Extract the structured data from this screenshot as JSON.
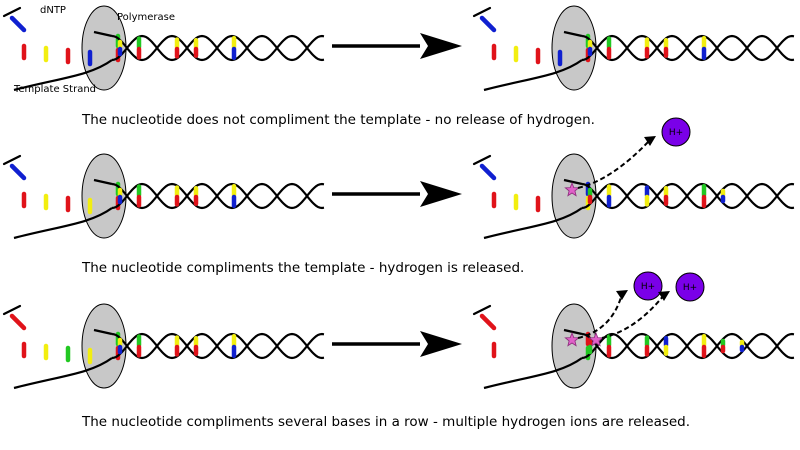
{
  "labels": {
    "dntp": "dNTP",
    "polymerase": "Polymerase",
    "template": "Template Strand"
  },
  "ion_label": "H+",
  "captions": [
    "The nucleotide does not compliment the template - no release of hydrogen.",
    "The nucleotide compliments the template - hydrogen is released.",
    "The nucleotide compliments several bases in a row - multiple hydrogen ions are released."
  ],
  "colors": {
    "red": "#e0131a",
    "yellow": "#f2ee10",
    "blue": "#1020d0",
    "green": "#22c822",
    "polymerase": "#c8c8c8",
    "hydrogen": "#7a00e8",
    "spark": "#e060c8"
  },
  "rows": [
    {
      "before": {
        "dntp": "blue",
        "template": [
          "red",
          "yellow",
          "red",
          "blue"
        ],
        "paired": [
          "green",
          "red"
        ],
        "duplex": [
          [
            "yellow",
            "blue"
          ],
          [
            "green",
            "red"
          ],
          [
            "blue",
            "yellow"
          ],
          [
            "yellow",
            "red"
          ],
          [
            "yellow",
            "red"
          ],
          [
            "green",
            "red"
          ],
          [
            "yellow",
            "blue"
          ]
        ]
      },
      "after": {
        "dntp": "blue",
        "template": [
          "red",
          "yellow",
          "red",
          "blue"
        ],
        "paired": [
          "green",
          "red"
        ],
        "duplex": [
          [
            "yellow",
            "blue"
          ],
          [
            "green",
            "red"
          ],
          [
            "blue",
            "yellow"
          ],
          [
            "yellow",
            "red"
          ],
          [
            "yellow",
            "red"
          ],
          [
            "green",
            "red"
          ],
          [
            "yellow",
            "blue"
          ]
        ],
        "ions": 0
      }
    },
    {
      "before": {
        "dntp": "blue",
        "template": [
          "red",
          "yellow",
          "red",
          "yellow"
        ],
        "paired": [
          "green",
          "red"
        ],
        "duplex": [
          [
            "yellow",
            "blue"
          ],
          [
            "green",
            "red"
          ],
          [
            "blue",
            "yellow"
          ],
          [
            "yellow",
            "red"
          ],
          [
            "yellow",
            "red"
          ],
          [
            "green",
            "red"
          ],
          [
            "yellow",
            "blue"
          ]
        ]
      },
      "after": {
        "dntp": "blue",
        "template": [
          "red",
          "yellow",
          "red"
        ],
        "paired": [
          "blue",
          "yellow"
        ],
        "duplex": [
          [
            "green",
            "red"
          ],
          [
            "yellow",
            "blue"
          ],
          [
            "green",
            "red"
          ],
          [
            "blue",
            "yellow"
          ],
          [
            "yellow",
            "red"
          ],
          [
            "yellow",
            "red"
          ],
          [
            "green",
            "red"
          ],
          [
            "yellow",
            "blue"
          ]
        ],
        "ions": 1
      }
    },
    {
      "before": {
        "dntp": "red",
        "template": [
          "red",
          "yellow",
          "green",
          "yellow"
        ],
        "paired": [
          "green",
          "red"
        ],
        "duplex": [
          [
            "yellow",
            "blue"
          ],
          [
            "green",
            "red"
          ],
          [
            "blue",
            "yellow"
          ],
          [
            "yellow",
            "red"
          ],
          [
            "yellow",
            "red"
          ],
          [
            "green",
            "red"
          ],
          [
            "yellow",
            "blue"
          ]
        ]
      },
      "after": {
        "dntp": "red",
        "template": [
          "red"
        ],
        "paired": [
          "red",
          "green"
        ],
        "duplex": [
          [
            "red",
            "green"
          ],
          [
            "green",
            "red"
          ],
          [
            "yellow",
            "blue"
          ],
          [
            "green",
            "red"
          ],
          [
            "blue",
            "yellow"
          ],
          [
            "yellow",
            "red"
          ],
          [
            "yellow",
            "red"
          ],
          [
            "green",
            "red"
          ],
          [
            "yellow",
            "blue"
          ]
        ],
        "ions": 2
      }
    }
  ]
}
